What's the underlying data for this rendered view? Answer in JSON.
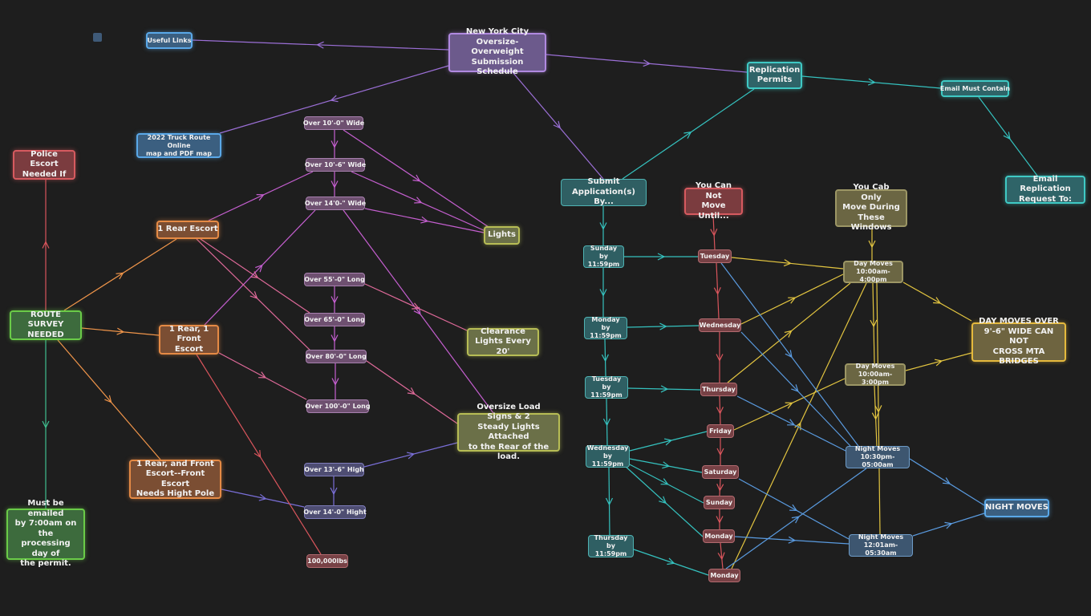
{
  "nodes": {
    "square": "",
    "useful_links": "Useful Links",
    "nyc_schedule": "New York City\nOversize-Overweight\nSubmission Schedule",
    "truck_route": "2022 Truck Route Online\nmap and PDF map",
    "replication_permits": "Replication\nPermits",
    "email_must_contain": "Email Must Contain",
    "email_replication": "Email Replication\nRequest To:",
    "police_escort": "Police Escort\nNeeded If",
    "route_survey": "ROUTE SURVEY\nNEEDED",
    "must_be_emailed": "Must be emailed\nby 7:00am on the\nprocessing day of\nthe permit.",
    "rear_escort": "1 Rear Escort",
    "rear_front_escort": "1 Rear, 1\nFront Escort",
    "rear_front_pole": "1 Rear, and Front\nEscort--Front Escort\nNeeds Hight Pole",
    "over_10_0_wide": "Over 10'-0\" Wide",
    "over_10_6_wide": "Over 10'-6\" Wide",
    "over_14_0_wide": "Over 14'0-\" Wide",
    "over_55_long": "Over 55'-0\" Long",
    "over_65_long": "Over 65'-0\" Long",
    "over_80_long": "Over 80'-0\" Long",
    "over_100_long": "Over 100'-0\" Long",
    "over_13_6_high": "Over 13'-6\" High",
    "over_14_0_high": "Over 14'-0\" Hight",
    "lbs_100000": "100,000lbs",
    "lights": "Lights",
    "clearance_lights": "Clearance\nLights Every 20'",
    "oversize_signs": "Oversize Load Signs & 2\nSteady Lights Attached\nto the Rear of the load.",
    "submit_app": "Submit\nApplication(s) By...",
    "sunday_by": "Sunday by\n11:59pm",
    "monday_by": "Monday by\n11:59pm",
    "tuesday_by": "Tuesday by\n11:59pm",
    "wednesday_by": "Wednesday\nby 11:59pm",
    "thursday_by": "Thursday\nby 11:59pm",
    "cannot_move": "You Can Not\nMove Until...",
    "tuesday": "Tuesday",
    "wednesday": "Wednesday",
    "thursday": "Thursday",
    "friday": "Friday",
    "saturday": "Saturday",
    "sunday": "Sunday",
    "monday1": "Monday",
    "monday2": "Monday",
    "cab_only": "You Cab Only\nMove During\nThese Windows",
    "day_moves_1": "Day Moves\n10:00am-4:00pm",
    "day_moves_2": "Day Moves\n10:00am-3:00pm",
    "day_moves_wide": "DAY MOVES OVER\n9'-6\" WIDE CAN NOT\nCROSS MTA BRIDGES",
    "night_moves_1": "Night Moves\n10:30pm-05:00am",
    "night_moves_2": "Night Moves\n12:01am-05:30am",
    "night_moves": "NIGHT MOVES"
  },
  "edge_colors": {
    "purple": "#9b6fd6",
    "teal": "#35c2bf",
    "blue": "#5a9be0",
    "red": "#d9555c",
    "green": "#3fbf8f",
    "orange": "#f0954a",
    "magenta": "#c55fd0",
    "pink": "#e06a9a",
    "indigo": "#7a6fd8",
    "yellow": "#e3c540",
    "cyan": "#35c2bf"
  }
}
